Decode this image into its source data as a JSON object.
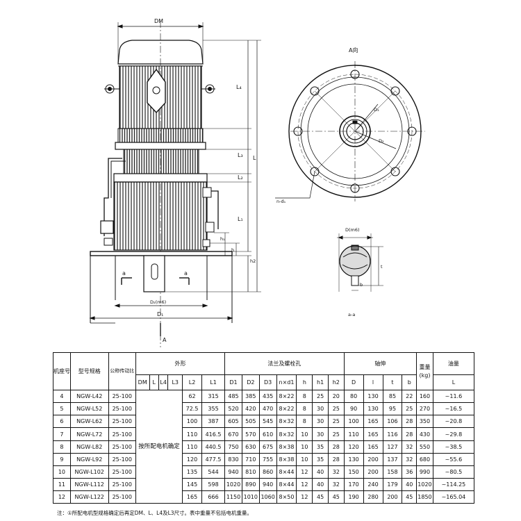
{
  "drawing": {
    "labels": {
      "dm": "DM",
      "l4": "L₄",
      "l": "L",
      "l3": "L₃",
      "l2": "L₂",
      "l1": "L₁",
      "h1": "h₁",
      "h": "h",
      "h2": "h2",
      "a_left": "a",
      "a_right": "a",
      "d2m6": "D₂(m6)",
      "d1": "D₁",
      "a_arrow": "A",
      "view_a_title": "A向",
      "d3": "D₃",
      "d2": "D₂",
      "nd1": "n-d₁",
      "dm6": "D(m6)",
      "t": "t",
      "b": "b",
      "section_aa": "a-a"
    }
  },
  "table": {
    "headers": {
      "machine_no": "机座号",
      "model": "型号规格",
      "ratio": "公称传动比",
      "outline": "外形",
      "flange": "法兰及螺栓孔",
      "shaft": "轴伸",
      "weight": "重量\n(kg)",
      "oil": "油量",
      "oil_unit": "L"
    },
    "sub_headers": [
      "DM",
      "L",
      "L4",
      "L3",
      "L2",
      "L1",
      "D1",
      "D2",
      "D3",
      "n×d1",
      "h",
      "h1",
      "h2",
      "D",
      "l",
      "t",
      "b"
    ],
    "merged_note": "按所配电机确定",
    "rows": [
      {
        "no": "4",
        "model": "NGW-L42",
        "ratio": "25-100",
        "L2": "62",
        "L1": "315",
        "D1": "485",
        "D2": "385",
        "D3": "435",
        "nd1": "8×22",
        "h": "8",
        "h1": "25",
        "h2": "20",
        "D": "80",
        "l": "130",
        "t": "85",
        "b": "22",
        "weight": "160",
        "oil": "~11.6"
      },
      {
        "no": "5",
        "model": "NGW-L52",
        "ratio": "25-100",
        "L2": "72.5",
        "L1": "355",
        "D1": "520",
        "D2": "420",
        "D3": "470",
        "nd1": "8×22",
        "h": "8",
        "h1": "30",
        "h2": "25",
        "D": "90",
        "l": "130",
        "t": "95",
        "b": "25",
        "weight": "270",
        "oil": "~16.5"
      },
      {
        "no": "6",
        "model": "NGW-L62",
        "ratio": "25-100",
        "L2": "100",
        "L1": "387",
        "D1": "605",
        "D2": "505",
        "D3": "545",
        "nd1": "8×32",
        "h": "8",
        "h1": "30",
        "h2": "25",
        "D": "100",
        "l": "165",
        "t": "106",
        "b": "28",
        "weight": "350",
        "oil": "~20.8"
      },
      {
        "no": "7",
        "model": "NGW-L72",
        "ratio": "25-100",
        "L2": "110",
        "L1": "416.5",
        "D1": "670",
        "D2": "570",
        "D3": "610",
        "nd1": "8×32",
        "h": "10",
        "h1": "30",
        "h2": "25",
        "D": "110",
        "l": "165",
        "t": "116",
        "b": "28",
        "weight": "430",
        "oil": "~29.8"
      },
      {
        "no": "8",
        "model": "NGW-L82",
        "ratio": "25-100",
        "L2": "110",
        "L1": "440.5",
        "D1": "750",
        "D2": "630",
        "D3": "675",
        "nd1": "8×38",
        "h": "10",
        "h1": "35",
        "h2": "28",
        "D": "120",
        "l": "165",
        "t": "127",
        "b": "32",
        "weight": "550",
        "oil": "~38.5"
      },
      {
        "no": "9",
        "model": "NGW-L92",
        "ratio": "25-100",
        "L2": "120",
        "L1": "477.5",
        "D1": "830",
        "D2": "710",
        "D3": "755",
        "nd1": "8×38",
        "h": "10",
        "h1": "35",
        "h2": "28",
        "D": "130",
        "l": "200",
        "t": "137",
        "b": "32",
        "weight": "680",
        "oil": "~55.6"
      },
      {
        "no": "10",
        "model": "NGW-L102",
        "ratio": "25-100",
        "L2": "135",
        "L1": "544",
        "D1": "940",
        "D2": "810",
        "D3": "860",
        "nd1": "8×44",
        "h": "12",
        "h1": "40",
        "h2": "32",
        "D": "150",
        "l": "200",
        "t": "158",
        "b": "36",
        "weight": "990",
        "oil": "~80.5"
      },
      {
        "no": "11",
        "model": "NGW-L112",
        "ratio": "25-100",
        "L2": "145",
        "L1": "598",
        "D1": "1020",
        "D2": "890",
        "D3": "940",
        "nd1": "8×44",
        "h": "12",
        "h1": "40",
        "h2": "32",
        "D": "170",
        "l": "240",
        "t": "179",
        "b": "40",
        "weight": "1020",
        "oil": "~114.25"
      },
      {
        "no": "12",
        "model": "NGW-L122",
        "ratio": "25-100",
        "L2": "165",
        "L1": "666",
        "D1": "1150",
        "D2": "1010",
        "D3": "1060",
        "nd1": "8×50",
        "h": "12",
        "h1": "45",
        "h2": "45",
        "D": "190",
        "l": "280",
        "t": "200",
        "b": "45",
        "weight": "1850",
        "oil": "~165.04"
      }
    ],
    "footnote": "注：①所配电机型规格确定后再定DM、L、L4及L3尺寸。表中重量不包括电机重量。"
  }
}
